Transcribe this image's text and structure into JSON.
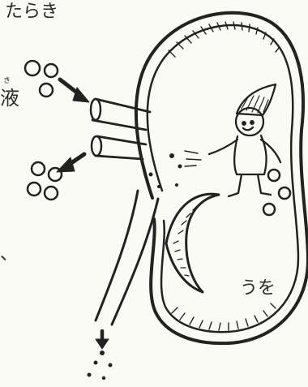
{
  "text": {
    "top_fragment": "たらき",
    "left_char": "液",
    "furigana": "き",
    "left_comma": "、",
    "right_fragment": "うを"
  }
}
